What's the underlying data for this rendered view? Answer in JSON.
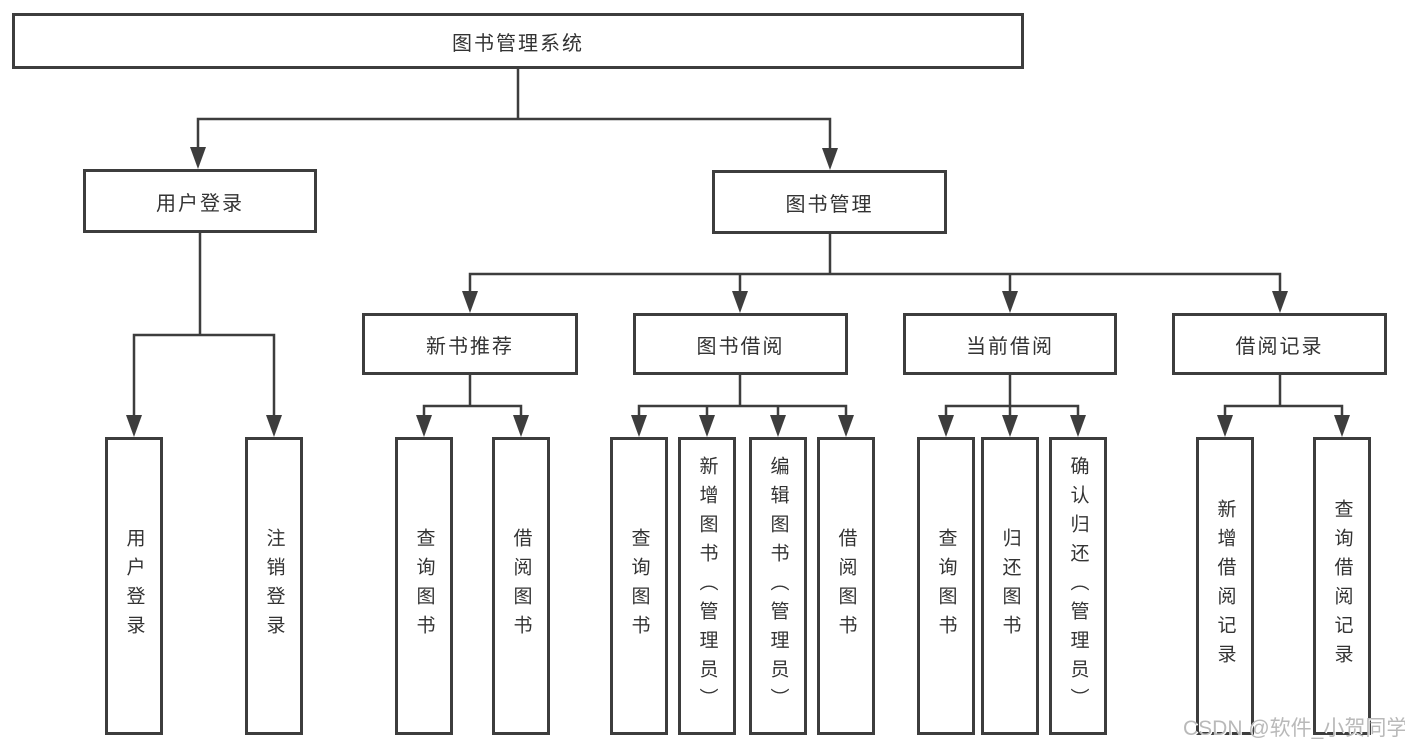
{
  "diagram": {
    "root": {
      "label": "图书管理系统"
    },
    "root_children": [
      {
        "label": "用户登录",
        "children": [
          {
            "label": "用户登录"
          },
          {
            "label": "注销登录"
          }
        ]
      },
      {
        "label": "图书管理",
        "children": [
          {
            "label": "新书推荐",
            "children": [
              {
                "label": "查询图书"
              },
              {
                "label": "借阅图书"
              }
            ]
          },
          {
            "label": "图书借阅",
            "children": [
              {
                "label": "查询图书"
              },
              {
                "label": "新增图书（管理员）"
              },
              {
                "label": "编辑图书（管理员）"
              },
              {
                "label": "借阅图书"
              }
            ]
          },
          {
            "label": "当前借阅",
            "children": [
              {
                "label": "查询图书"
              },
              {
                "label": "归还图书"
              },
              {
                "label": "确认归还（管理员）"
              }
            ]
          },
          {
            "label": "借阅记录",
            "children": [
              {
                "label": "新增借阅记录"
              },
              {
                "label": "查询借阅记录"
              }
            ]
          }
        ]
      }
    ]
  },
  "colors": {
    "line": "#3d3d3d",
    "box_border": "#3d3d3d",
    "text": "#333333",
    "background": "#ffffff",
    "watermark": "#b9b9b9"
  },
  "watermark": {
    "text": "CSDN @软件_小贺同学"
  }
}
